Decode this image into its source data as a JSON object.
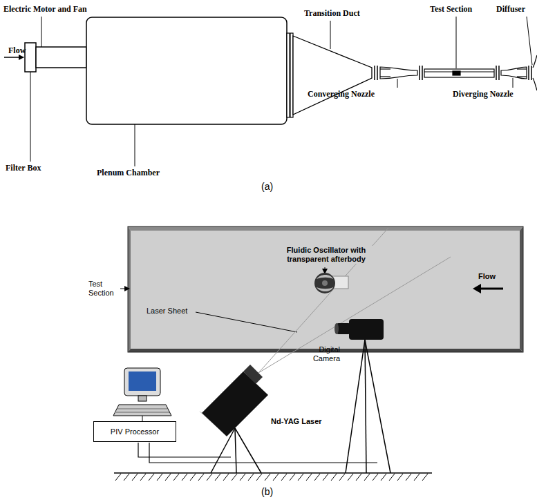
{
  "diagram": {
    "nodes": [
      {
        "text": [
          "PIV Processor"
        ]
      }
    ],
    "labels": [
      "Electric Motor and Fan",
      "Flow",
      "Filter Box",
      "Plenum Chamber",
      "Transition Duct",
      "Converging Nozzle",
      "Test Section",
      "Diverging Nozzle",
      "Diffuser",
      "(a)",
      "Test Section",
      "Fluidic Oscillator with transparent afterbody",
      "Flow",
      "Laser Sheet",
      "Digital Camera",
      "Nd-YAG Laser",
      "(b)"
    ]
  }
}
